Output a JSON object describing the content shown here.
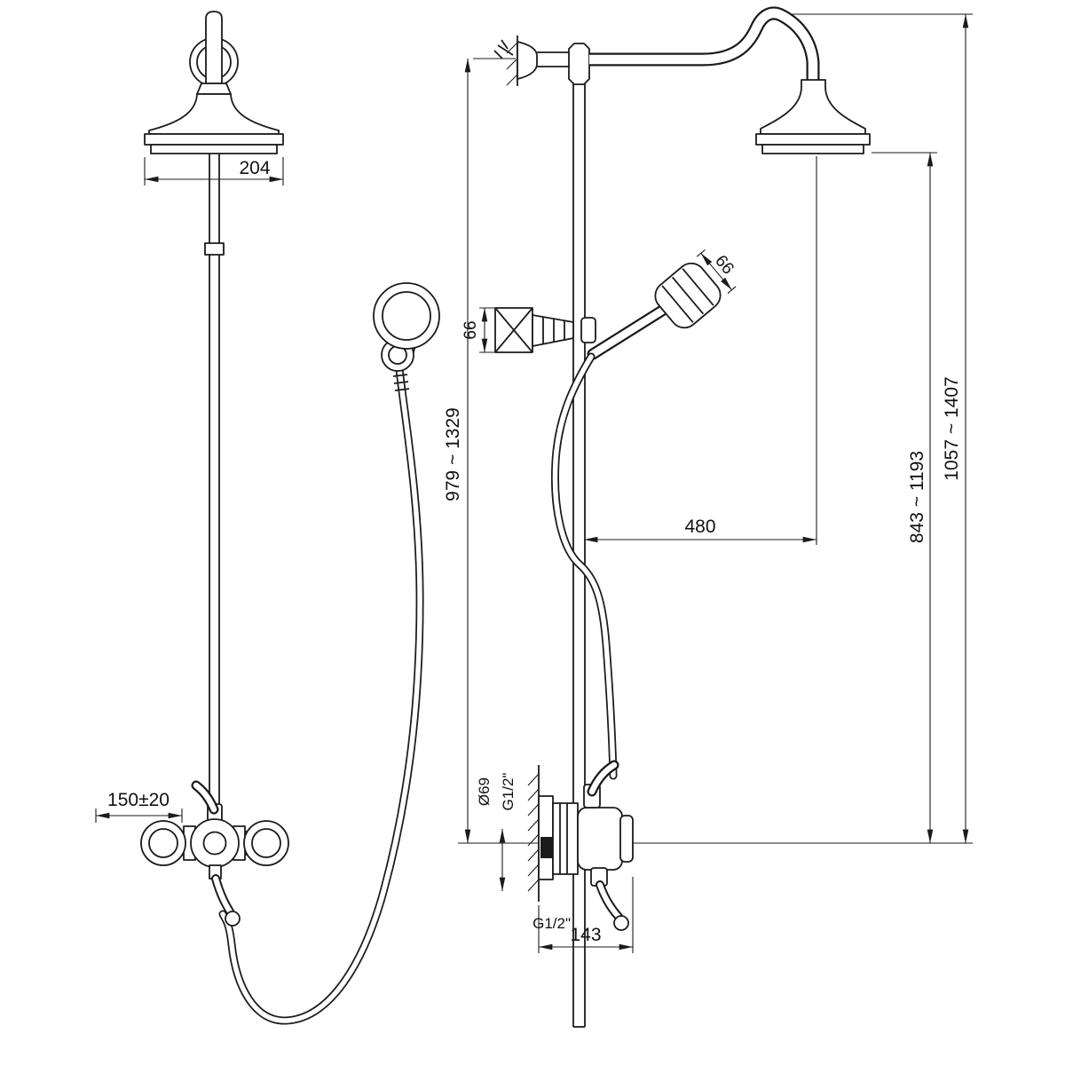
{
  "drawing": {
    "labels": {
      "head_diameter": "204",
      "supply_spacing": "150±20",
      "riser_height": "979 ~ 1329",
      "holder_width": "66",
      "spray_width": "66",
      "arm_reach": "480",
      "head_height": "843 ~ 1193",
      "total_height": "1057 ~ 1407",
      "escutcheon": "Ø69",
      "thread_wall": "G1/2\"",
      "thread_inlet": "G1/2\"",
      "valve_width": "143"
    }
  }
}
